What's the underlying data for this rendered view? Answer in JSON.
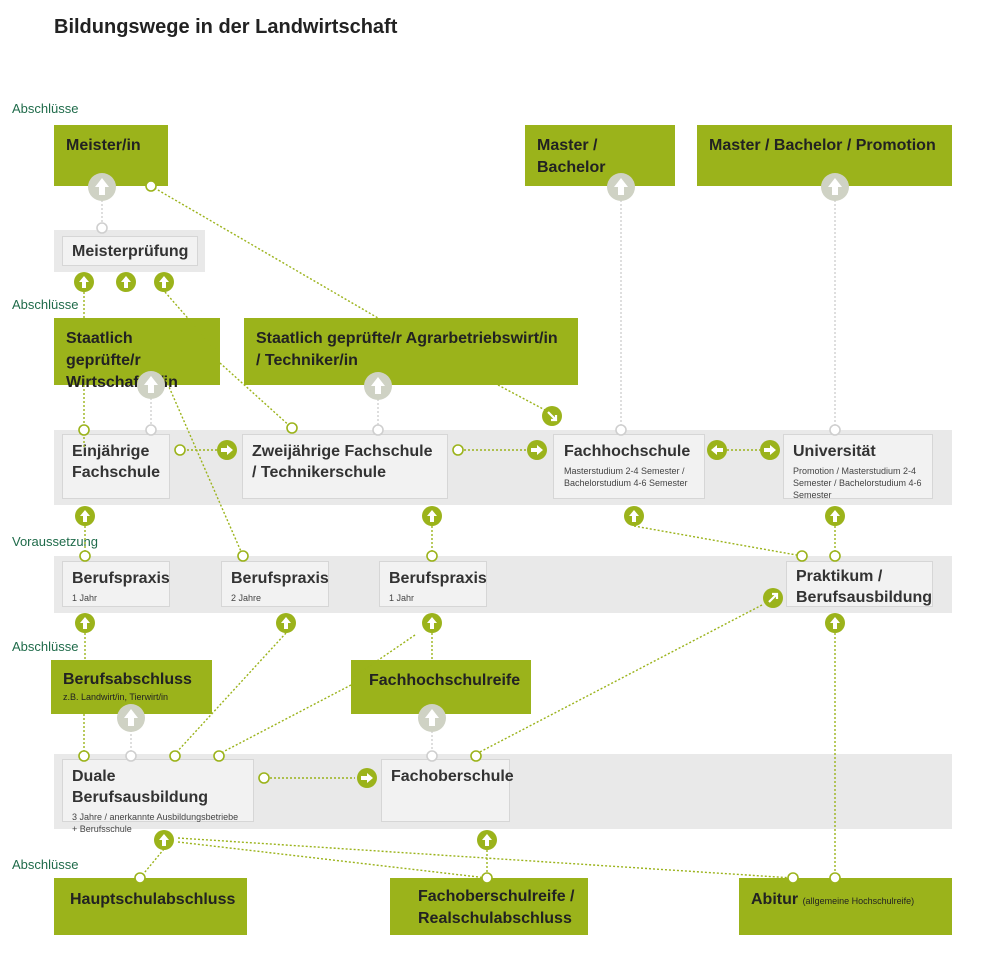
{
  "title": "Bildungswege in der Landwirtschaft",
  "sections": {
    "abschluesse_top": "Abschlüsse",
    "abschluesse_mid": "Abschlüsse",
    "voraussetzung": "Voraussetzung",
    "abschluesse_lower": "Abschlüsse",
    "abschluesse_bottom": "Abschlüsse"
  },
  "boxes": {
    "meister": "Meister/in",
    "master_bachelor": "Master / Bachelor",
    "master_bachelor_promotion": "Master / Bachelor / Promotion",
    "meisterpruefung": "Meisterprüfung",
    "wirtschafter": "Staatlich geprüfte/r Wirtschafter/in",
    "agrarbetriebswirt": "Staatlich geprüfte/r Agrarbetriebswirt/in / Techniker/in",
    "einjaehrige": "Einjährige Fachschule",
    "zweijaehrige": "Zweijährige Fachschule / Technikerschule",
    "fachhochschule": {
      "title": "Fachhochschule",
      "sub": "Masterstudium 2-4 Semester / Bachelorstudium 4-6 Semester"
    },
    "universitaet": {
      "title": "Universität",
      "sub": "Promotion / Masterstudium 2-4 Semester / Bachelorstudium 4-6 Semester"
    },
    "berufspraxis1": {
      "title": "Berufspraxis",
      "sub": "1 Jahr"
    },
    "berufspraxis2": {
      "title": "Berufspraxis",
      "sub": "2 Jahre"
    },
    "berufspraxis3": {
      "title": "Berufspraxis",
      "sub": "1 Jahr"
    },
    "praktikum": "Praktikum / Berufsausbildung",
    "berufsabschluss": {
      "title": "Berufsabschluss",
      "sub": "z.B. Landwirt/in, Tierwirt/in"
    },
    "fachhochschulreife": "Fachhochschulreife",
    "duale": {
      "title": "Duale Berufsausbildung",
      "sub": "3 Jahre / anerkannte Ausbildungsbetriebe + Berufsschule"
    },
    "fachoberschule": "Fachoberschule",
    "hauptschul": "Hauptschulabschluss",
    "fachoberschulreife": "Fachoberschulreife / Realschulabschluss",
    "abitur": {
      "title": "Abitur",
      "note": "(allgemeine Hochschulreife)"
    }
  },
  "colors": {
    "green": "#9bb31b",
    "arrow_green": "#9bb31b",
    "arrow_grey": "#cfd2c4",
    "band": "#e9e9e9",
    "line_green": "#9bb31b",
    "line_grey": "#cccccc",
    "section_text": "#1f6b4a"
  },
  "icons": [
    "arrow-up-icon",
    "arrow-right-icon",
    "arrow-left-icon",
    "arrow-diagonal-icon",
    "connector-dot-icon"
  ]
}
